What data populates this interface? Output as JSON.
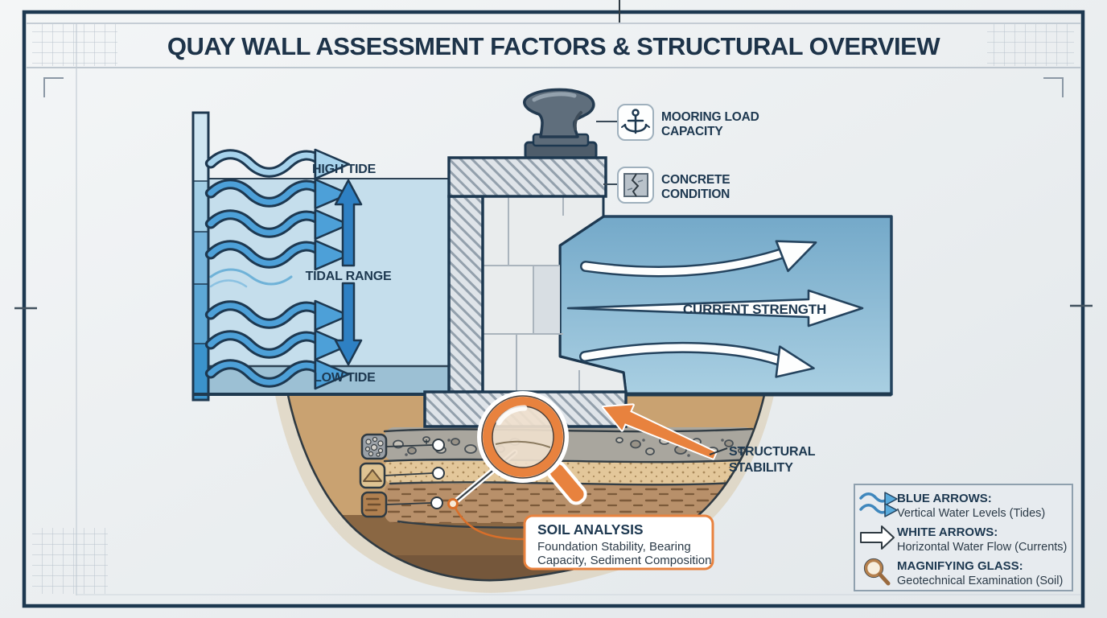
{
  "title": "QUAY WALL ASSESSMENT FACTORS & STRUCTURAL OVERVIEW",
  "tides": {
    "high_tide": "HIGH TIDE",
    "tidal_range": "TIDAL RANGE",
    "low_tide": "LOW TIDE"
  },
  "currents": {
    "current_strength": "CURRENT STRENGTH"
  },
  "callouts": {
    "mooring": {
      "icon": "anchor-icon",
      "line1": "MOORING LOAD",
      "line2": "CAPACITY"
    },
    "concrete": {
      "icon": "cracked-concrete-icon",
      "line1": "CONCRETE",
      "line2": "CONDITION"
    },
    "structural": {
      "line1": "STRUCTURAL",
      "line2": "STABILITY"
    }
  },
  "soil_analysis": {
    "title": "SOIL ANALYSIS",
    "line1": "Foundation Stability, Bearing",
    "line2": "Capacity, Sediment Composition",
    "layer_icons": [
      "gravel-badge-icon",
      "sand-badge-icon",
      "clay-badge-icon"
    ],
    "tool_icon": "magnifying-glass-icon"
  },
  "legend": {
    "items": [
      {
        "icon": "blue-wavy-arrows-icon",
        "term": "BLUE ARROWS:",
        "desc": "Vertical Water Levels (Tides)"
      },
      {
        "icon": "white-arrow-icon",
        "term": "WHITE ARROWS:",
        "desc": "Horizontal Water Flow (Currents)"
      },
      {
        "icon": "magnifying-glass-icon",
        "term": "MAGNIFYING GLASS:",
        "desc": "Geotechnical Examination (Soil)"
      }
    ]
  },
  "colors": {
    "navy": "#1d3850",
    "titleNavy": "#1d3349",
    "textDark": "#2b3a47",
    "waterLeft": "#c5deec",
    "waterLeftDeep": "#9cc0d4",
    "arrowBlue": "#4da0d8",
    "arrowLight": "#a7d3ec",
    "tidalArrow": "#2e80c3",
    "hatchBg": "#dfe4e9",
    "hatchLine": "#93a0ac",
    "masonry": "#e9eced",
    "masonryShade": "#d8dee3",
    "orange": "#e8823e",
    "orangeDark": "#d96f2a",
    "soilTan": "#c9a271",
    "gravel": "#a9a69e",
    "sand": "#e3c79a",
    "clay": "#b8906a",
    "soilDeep": "#8a6743",
    "soilDeepest": "#75573b",
    "legendBg": "#e7ebef",
    "frameGrid": "#b7c1cc",
    "pageBg": "#eef0f2"
  }
}
